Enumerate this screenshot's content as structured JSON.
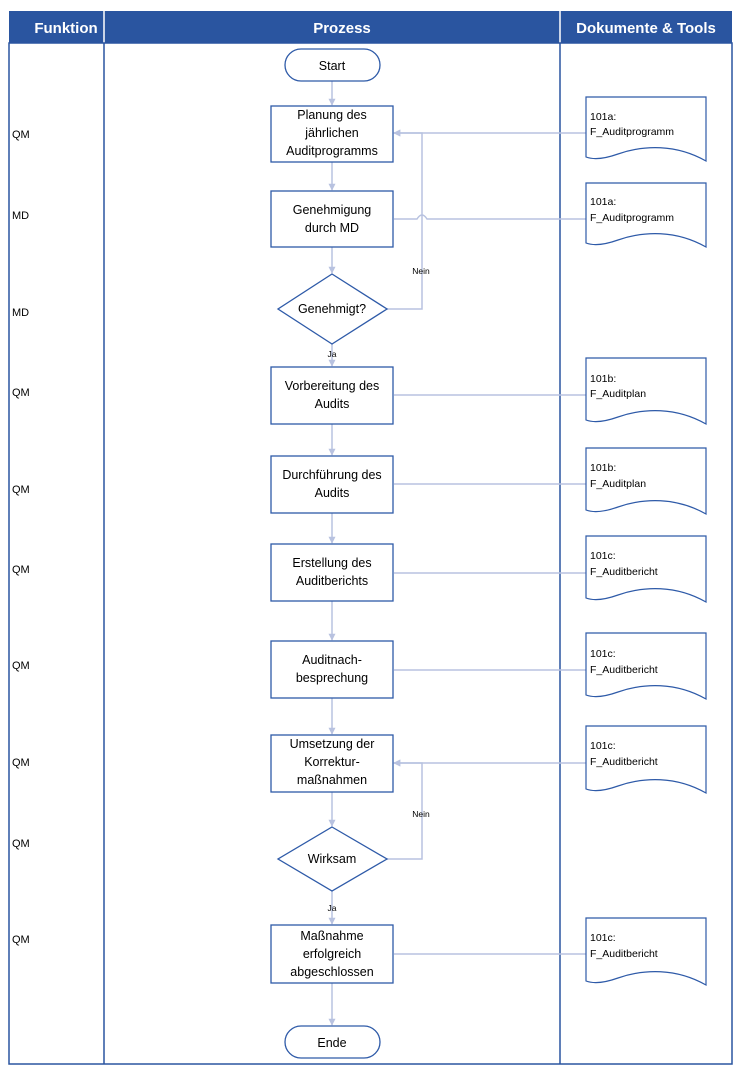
{
  "header": {
    "funktion": "Funktion",
    "prozess": "Prozess",
    "dokumente": "Dokumente & Tools"
  },
  "functions": [
    "QM",
    "MD",
    "MD",
    "QM",
    "QM",
    "QM",
    "QM",
    "QM",
    "QM",
    "QM"
  ],
  "terminals": {
    "start": "Start",
    "end": "Ende"
  },
  "steps": [
    [
      "Planung des",
      "jährlichen",
      "Auditprogramms"
    ],
    [
      "Genehmigung",
      "durch MD"
    ],
    [
      "Vorbereitung des",
      "Audits"
    ],
    [
      "Durchführung des",
      "Audits"
    ],
    [
      "Erstellung des",
      "Auditberichts"
    ],
    [
      "Auditnach-",
      "besprechung"
    ],
    [
      "Umsetzung der",
      "Korrektur-",
      "maßnahmen"
    ],
    [
      "Maßnahme",
      "erfolgreich",
      "abgeschlossen"
    ]
  ],
  "decisions": [
    "Genehmigt?",
    "Wirksam"
  ],
  "branch_labels": {
    "no": "Nein",
    "yes": "Ja"
  },
  "documents": [
    [
      "101a:",
      "F_Auditprogramm"
    ],
    [
      "101a:",
      "F_Auditprogramm"
    ],
    [
      "101b:",
      "F_Auditplan"
    ],
    [
      "101b:",
      "F_Auditplan"
    ],
    [
      "101c:",
      "F_Auditbericht"
    ],
    [
      "101c:",
      "F_Auditbericht"
    ],
    [
      "101c:",
      "F_Auditbericht"
    ],
    [
      "101c:",
      "F_Auditbericht"
    ]
  ],
  "colors": {
    "header_bg": "#2a55a0",
    "shape_stroke": "#2e5aa8",
    "connector": "#b8c2e0"
  }
}
